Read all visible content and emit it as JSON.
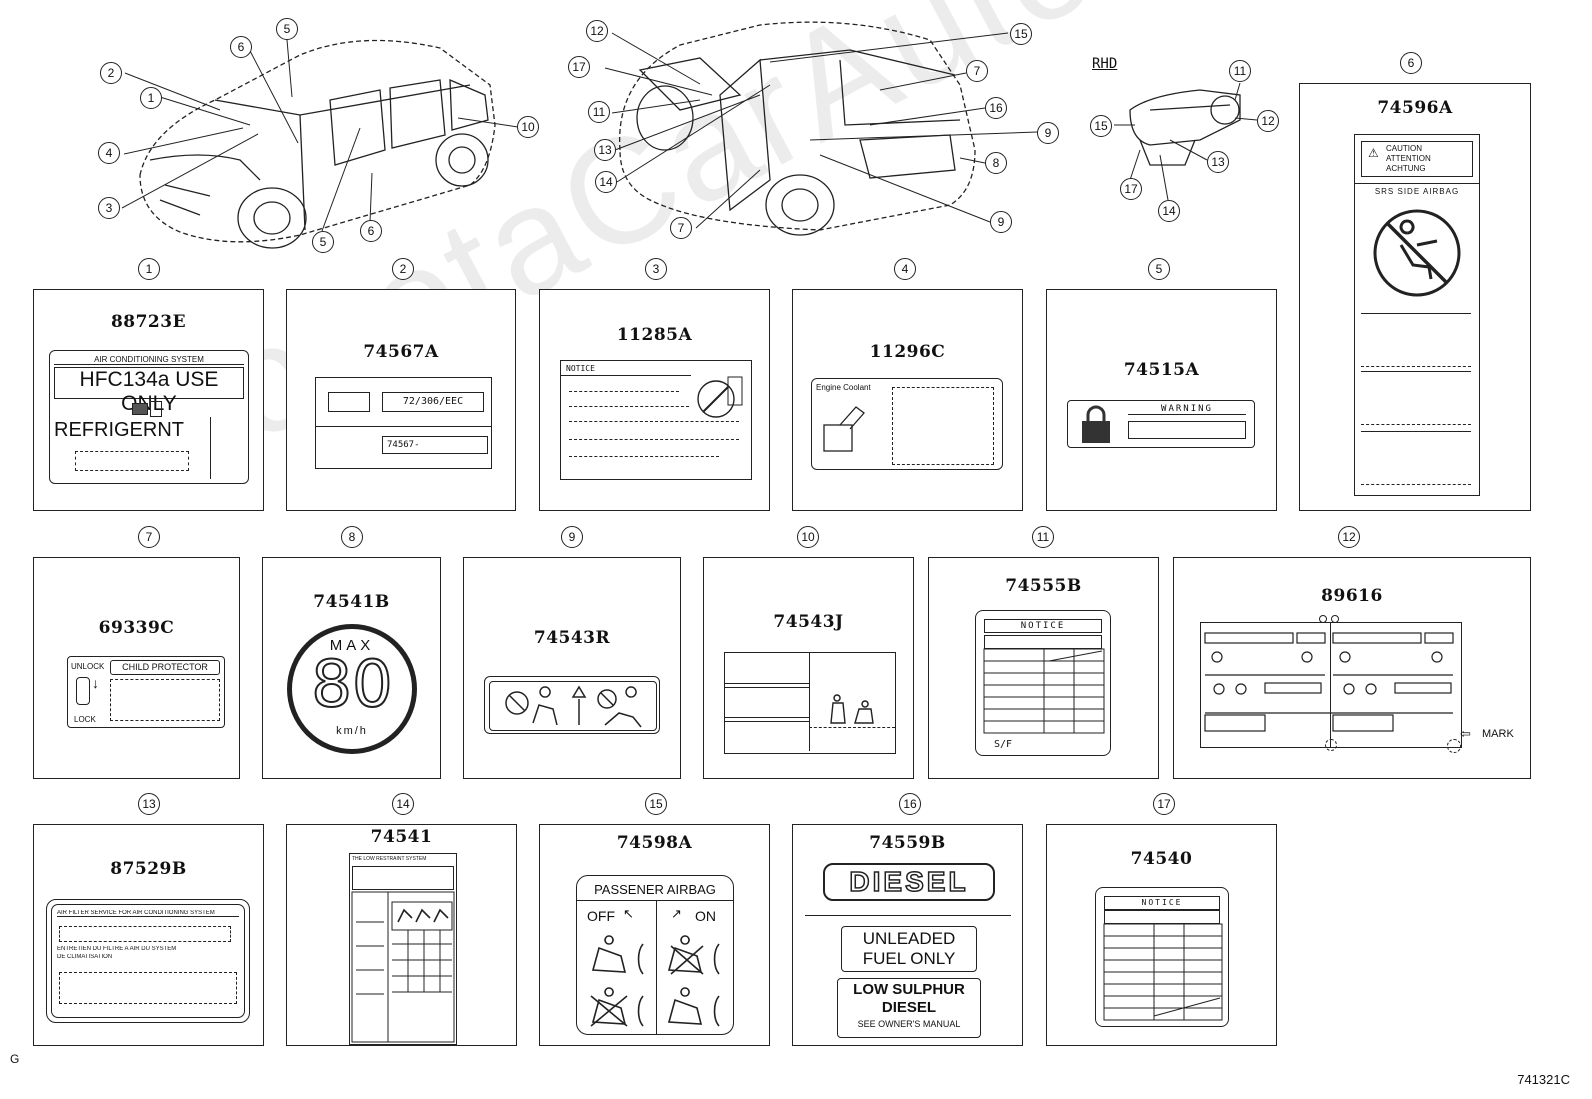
{
  "watermark": "ToyotaCarAuto.ru",
  "corner_left": "G",
  "corner_right": "741321C",
  "rhd_label": "RHD",
  "mark_label": "MARK",
  "callouts_left": [
    "2",
    "1",
    "6",
    "5",
    "4",
    "3",
    "5",
    "6",
    "10"
  ],
  "callouts_mid": [
    "12",
    "17",
    "11",
    "13",
    "14",
    "7",
    "15",
    "7",
    "16",
    "9",
    "8",
    "9"
  ],
  "callouts_rhd": [
    "11",
    "15",
    "12",
    "13",
    "17",
    "14"
  ],
  "panels": [
    {
      "idx": "1",
      "code": "88723E"
    },
    {
      "idx": "2",
      "code": "74567A"
    },
    {
      "idx": "3",
      "code": "11285A"
    },
    {
      "idx": "4",
      "code": "11296C"
    },
    {
      "idx": "5",
      "code": "74515A"
    },
    {
      "idx": "6",
      "code": "74596A"
    },
    {
      "idx": "7",
      "code": "69339C"
    },
    {
      "idx": "8",
      "code": "74541B"
    },
    {
      "idx": "9",
      "code": "74543R"
    },
    {
      "idx": "10",
      "code": "74543J"
    },
    {
      "idx": "11",
      "code": "74555B"
    },
    {
      "idx": "12",
      "code": "89616"
    },
    {
      "idx": "13",
      "code": "87529B"
    },
    {
      "idx": "14",
      "code": "74541"
    },
    {
      "idx": "15",
      "code": "74598A"
    },
    {
      "idx": "16",
      "code": "74559B"
    },
    {
      "idx": "17",
      "code": "74540"
    }
  ],
  "label1": {
    "header": "AIR CONDITIONING SYSTEM",
    "main": "HFC134a USE ONLY",
    "sub": "REFRIGERNT"
  },
  "label2": {
    "code1": "72/306/EEC",
    "code2": "74567-"
  },
  "label3": {
    "header": "NOTICE"
  },
  "label4": {
    "header": "Engine Coolant"
  },
  "label5": {
    "header": "WARNING"
  },
  "label6": {
    "caution": "CAUTION",
    "attention": "ATTENTION",
    "achtung": "ACHTUNG",
    "srs": "SRS SIDE AIRBAG"
  },
  "label7": {
    "unlock": "UNLOCK",
    "title": "CHILD PROTECTOR",
    "lock": "LOCK"
  },
  "label8": {
    "max": "MAX",
    "speed": "80",
    "unit": "km/h"
  },
  "label11": {
    "header": "NOTICE",
    "footer": "S/F"
  },
  "label13": {
    "line1": "AIR FILTER SERVICE FOR AIR CONDITIONING SYSTEM",
    "line2": "ENTRETIEN DU FILTRE A AIR DU SYSTEM",
    "line3": "DE CLIMATISATION"
  },
  "label14": {
    "header": "THE LOW RESTRAINT SYSTEM"
  },
  "label15": {
    "header": "PASSENER AIRBAG",
    "off": "OFF",
    "on": "ON"
  },
  "label16": {
    "diesel": "DIESEL",
    "unleaded1": "UNLEADED",
    "unleaded2": "FUEL ONLY",
    "low1": "LOW SULPHUR",
    "low2": "DIESEL",
    "see": "SEE OWNER'S MANUAL"
  },
  "label17": {
    "header": "NOTICE"
  }
}
